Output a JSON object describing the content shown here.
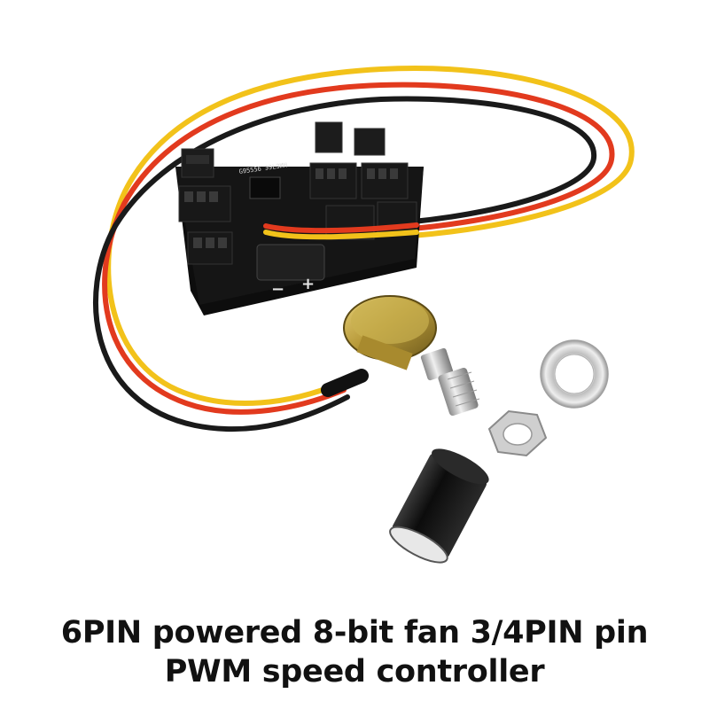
{
  "caption": {
    "line1": "6PIN powered 8-bit fan 3/4PIN pin",
    "line2": "PWM speed controller"
  },
  "pcb_label": "G95556 ЭЭLЗИН",
  "pcb_polarity": {
    "minus": "−",
    "plus": "+"
  },
  "colors": {
    "background": "#ffffff",
    "caption_text": "#111111",
    "wire_yellow": "#f2c21a",
    "wire_red": "#e23a1e",
    "wire_black": "#1a1a1a",
    "pcb": "#101010",
    "potentiometer_brass": "#b89a3a",
    "knob": "#151515"
  }
}
